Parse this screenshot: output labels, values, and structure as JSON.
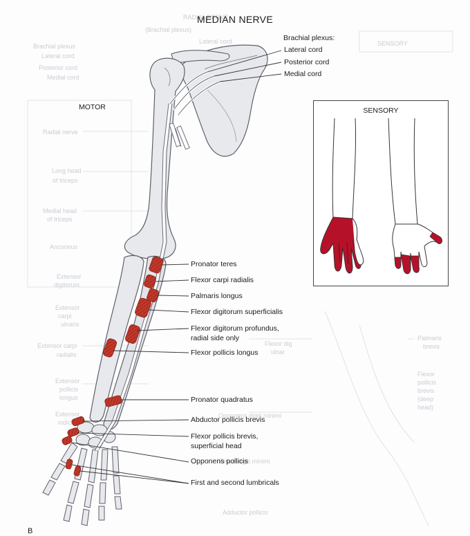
{
  "title": "MEDIAN NERVE",
  "motor_label": "MOTOR",
  "sensory_label": "SENSORY",
  "panel_letter": "B",
  "brachial": {
    "heading": "Brachial plexus:",
    "cords": [
      "Lateral cord",
      "Posterior cord",
      "Medial cord"
    ]
  },
  "muscles": [
    "Pronator teres",
    "Flexor carpi radialis",
    "Palmaris longus",
    "Flexor digitorum superficialis",
    "Flexor digitorum profundus,",
    "radial side only",
    "Flexor pollicis longus",
    "Pronator quadratus",
    "Abductor pollicis brevis",
    "Flexor pollicis brevis,",
    "superficial head",
    "Opponens pollicis",
    "First and second lumbricals"
  ],
  "ghost_text": [
    "Brachial plexus",
    "Lateral cord",
    "Posterior cord",
    "Medial cord",
    "Radial nerve",
    "Long head",
    "of triceps",
    "Medial head",
    "of triceps",
    "Anconeus",
    "Extensor",
    "digitorum",
    "Extensor",
    "carpi",
    "ulnaris",
    "Extensor carpi",
    "radialis",
    "Extensor",
    "pollicis",
    "longus",
    "Extensor",
    "indicis",
    "RADIAL NERVE",
    "(Brachial plexus)",
    "Lateral cord",
    "SENSORY",
    "Palmaris",
    "brevis",
    "Flexor",
    "pollicis",
    "brevis",
    "(deep",
    "head)",
    "Flexor dig",
    "ulnar",
    "Opponens digiti minimi",
    "Flexor digiti minimi",
    "Adductor pollicis"
  ],
  "colors": {
    "bone_fill": "#e8e9ed",
    "bone_stroke": "#5d6069",
    "muscle": "#c0392b",
    "muscle_dark": "#8e1f16",
    "sensory_fill": "#b5122a",
    "ghost": "#c9ccd2"
  }
}
